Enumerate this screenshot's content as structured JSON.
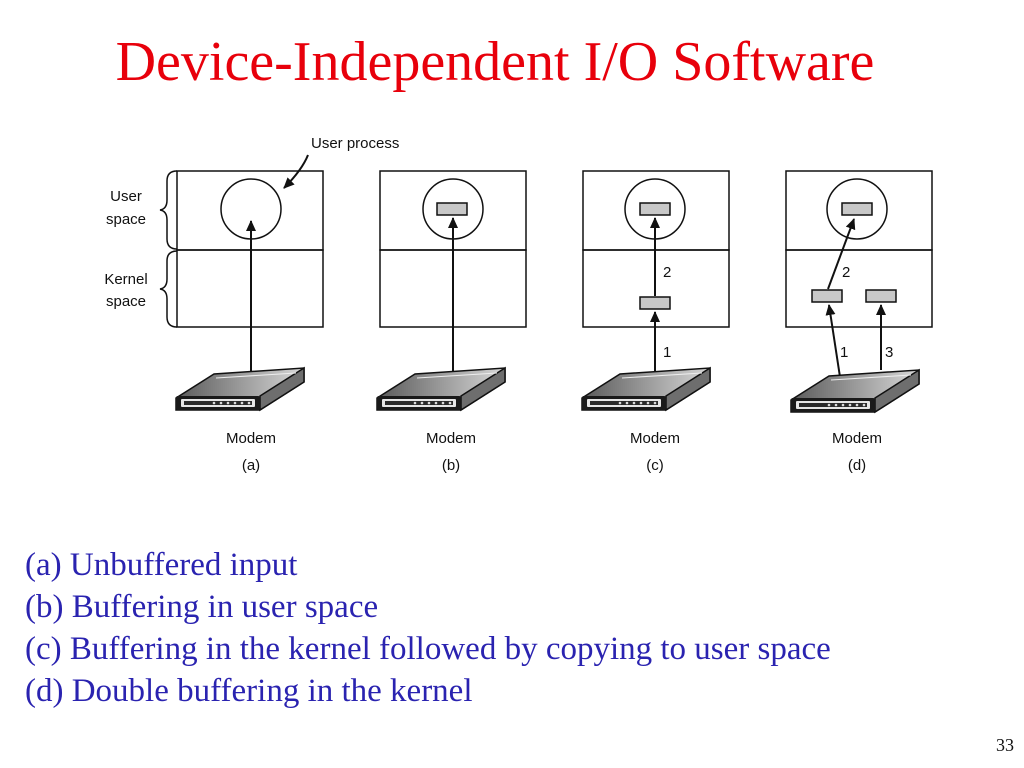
{
  "title": "Device-Independent I/O Software",
  "diagram": {
    "user_process_label": "User process",
    "user_space_label": [
      "User",
      "space"
    ],
    "kernel_space_label": [
      "Kernel",
      "space"
    ],
    "modem_label": "Modem",
    "panels": [
      {
        "id": "a",
        "label": "(a)"
      },
      {
        "id": "b",
        "label": "(b)"
      },
      {
        "id": "c",
        "label": "(c)",
        "arrow_numbers": [
          "2",
          "1"
        ]
      },
      {
        "id": "d",
        "label": "(d)",
        "arrow_numbers": [
          "2",
          "1",
          "3"
        ]
      }
    ]
  },
  "captions": [
    "(a) Unbuffered input",
    "(b) Buffering in user space",
    "(c) Buffering in the kernel followed by copying to user space",
    "(d) Double buffering in the kernel"
  ],
  "page_number": "33"
}
